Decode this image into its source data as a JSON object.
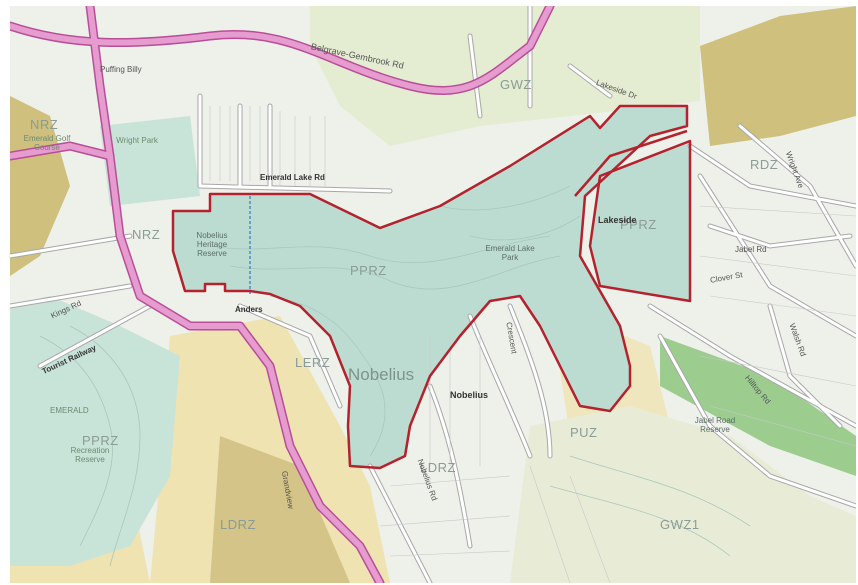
{
  "colors": {
    "residential": "#eef0ea",
    "park_zone": "#bcdcd2",
    "heritage_zone": "#c8e3d8",
    "green_wedge": "#dfe9c8",
    "conservation": "#cfc07d",
    "yellow_zone": "#eee3b1",
    "main_road": "#d768b5",
    "boundary": "#b3222d"
  },
  "zones": {
    "ppz_center": "PPRZ",
    "ppz_east": "PPRZ",
    "lerz": "LERZ",
    "gwz_top": "GWZ",
    "gwz_bottom": "GWZ1",
    "nrz_west": "NRZ",
    "nrz_mid": "NRZ",
    "puz": "PUZ",
    "ldrz": "LDRZ",
    "rdz": "RDZ",
    "ppz_sw": "PPRZ",
    "lerz_bottom": "LDRZ"
  },
  "places": {
    "nobelius_large": "Nobelius",
    "nobelius_heritage": "Nobelius Heritage Reserve",
    "emerald_lake_park": "Emerald Lake Park",
    "emerald_area": "EMERALD",
    "wright_park": "Wright Park",
    "recreation_reserve": "Recreation Reserve",
    "lakeside": "Lakeside",
    "nobelius_town": "Nobelius",
    "jabel_road_reserve": "Jabel Road Reserve",
    "golf_course": "Emerald Golf Course",
    "puffing_billy": "Puffing Billy"
  },
  "roads": {
    "belgrave_gembrook": "Belgrave-Gembrook Rd",
    "emerald_lake_rd": "Emerald Lake Rd",
    "tourist_railway": "Tourist Railway",
    "kings_rd": "Kings Rd",
    "anders": "Anders",
    "crescent": "Crescent",
    "lakeside_dr": "Lakeside Dr",
    "nobelius_rd": "Nobelius Rd",
    "wright_ave": "Wright Ave",
    "jabel_rd": "Jabel Rd",
    "clover_st": "Clover St",
    "walsh_rd": "Walsh Rd",
    "hilltop_rd": "Hilltop Rd",
    "grandview": "Grandview"
  }
}
